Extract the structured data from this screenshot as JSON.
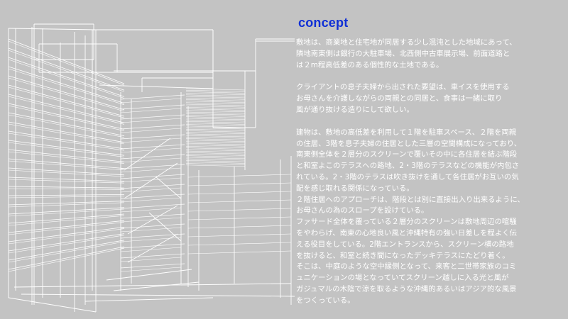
{
  "title": "concept",
  "paragraphs": [
    {
      "lines": [
        "敷地は、商業地と住宅地が同居する少し混沌とした地域にあって、",
        "隣地南東側は銀行の大駐車場、北西側中古車展示場、前面道路と",
        "は２m程高低差のある個性的な土地である。"
      ]
    },
    {
      "lines": [
        "クライアントの息子夫婦から出された要望は、車イスを使用する",
        "お母さんを介護しながらの両親との同居と、食事は一緒に取り",
        "風が通り抜ける造りにして欲しい。"
      ]
    },
    {
      "lines": [
        "建物は、敷地の高低差を利用して１階を駐車スペース、２階を両親",
        "の住居、3階を息子夫婦の住居とした三層の空間構成になっており、",
        "南東側全体を２層分のスクリーンで覆いその中に各住居を結ぶ階段",
        "と和室よこのテラスへの路地、2・3階のテラスなどの機能が内包さ",
        "れている。2・3階のテラスは吹き抜けを通して各住居がお互いの気",
        "配を感じ取れる関係になっている。",
        "２階住居へのアプローチは、階段とは別に直接出入り出来るように、",
        "お母さんの為のスロープを設けている。",
        "ファサード全体を覆っている２層分のスクリーンは敷地周辺の喧騒",
        "をやわらげ、南東の心地良い風と沖縄特有の強い日差しを程よく伝",
        "える役目をしている。2階エントランスから、スクリーン横の路地",
        "を抜けると、和室と続き間になったデッキテラスにたどり着く。",
        "そこは、中庭のような空中縁側となって、来客と二世帯家族のコミ",
        "ュニケーションの場となっていてスクリーン越しに入る光と風が",
        "ガジュマルの木陰で涼を取るような沖縄的あるいはアジア的な風景",
        "をつくっている。"
      ]
    }
  ],
  "colors": {
    "background": "#c3c3c3",
    "title": "#0f2fd6",
    "text": "#ffffff",
    "lines": "#ffffff"
  },
  "drawing": {
    "type": "architectural-wireframe-perspective",
    "subject": "house with two-storey screen facade and stairs"
  }
}
